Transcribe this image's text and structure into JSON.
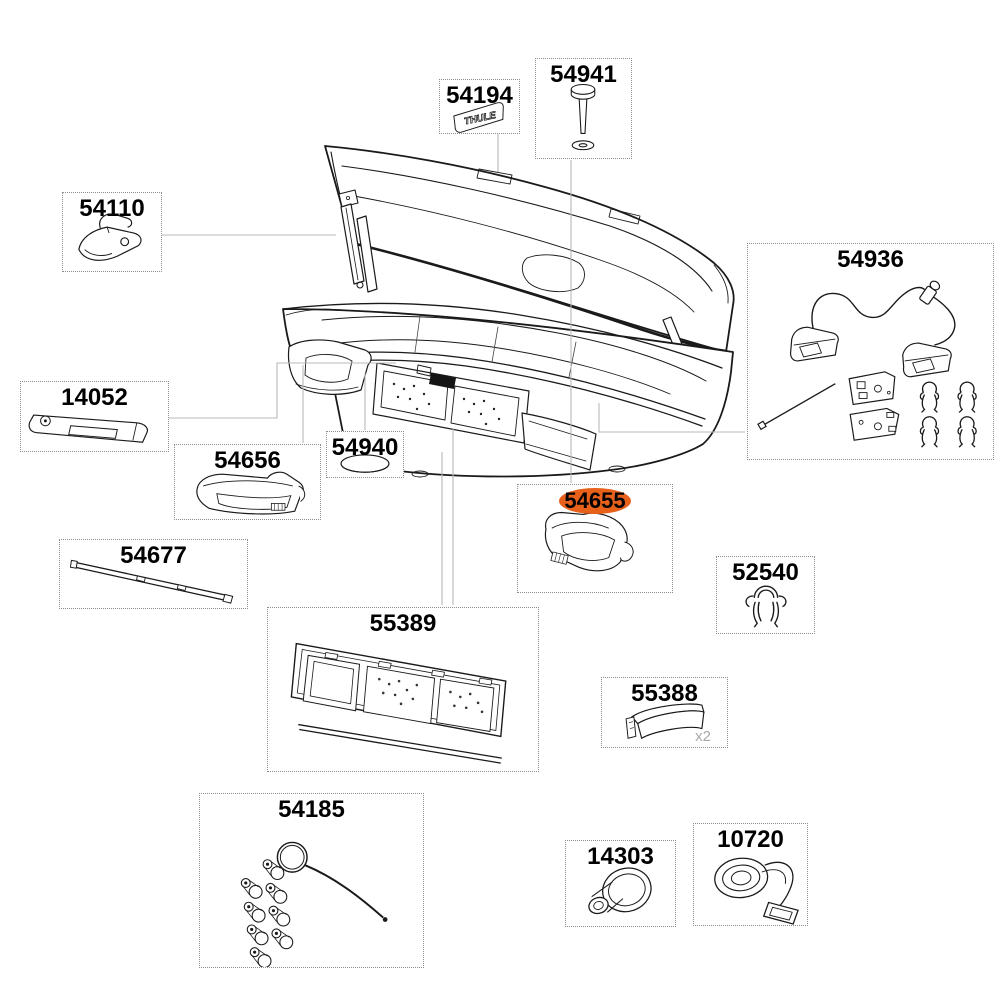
{
  "diagram": {
    "badge_text": "THULE",
    "highlight_color": "#e8611b",
    "highlighted_part": "54655"
  },
  "parts": {
    "54194": {
      "number": "54194"
    },
    "54941": {
      "number": "54941"
    },
    "54110": {
      "number": "54110"
    },
    "54936": {
      "number": "54936"
    },
    "14052": {
      "number": "14052"
    },
    "54656": {
      "number": "54656"
    },
    "54940": {
      "number": "54940"
    },
    "54655": {
      "number": "54655",
      "highlighted": true
    },
    "52540": {
      "number": "52540"
    },
    "54677": {
      "number": "54677"
    },
    "55389": {
      "number": "55389"
    },
    "55388": {
      "number": "55388",
      "qty_note": "x2"
    },
    "54185": {
      "number": "54185"
    },
    "14303": {
      "number": "14303"
    },
    "10720": {
      "number": "10720"
    }
  }
}
